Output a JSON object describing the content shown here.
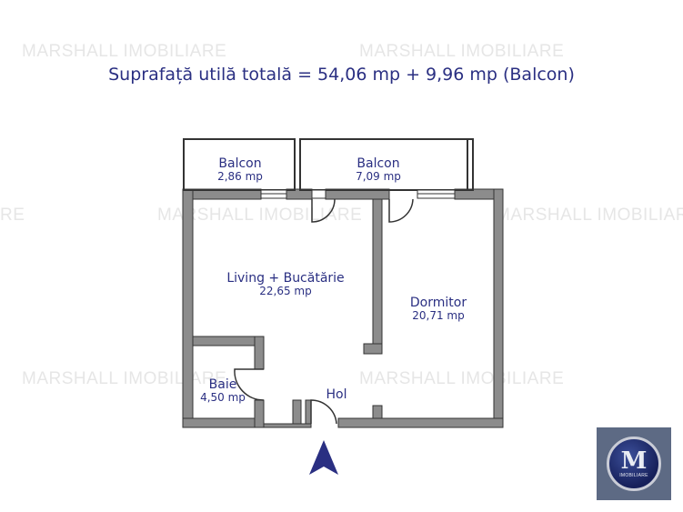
{
  "watermarks": [
    "MARSHALL IMOBILIARE",
    "MARSHALL IMOBILIARE",
    "RE",
    "MARSHALL IMOBILIARE",
    "MARSHALL IMOBILIARE",
    "MARSHALL IMOBILIARE",
    "MARSHALL IMOBILIARE"
  ],
  "title": "Suprafață utilă totală = 54,06 mp + 9,96 mp (Balcon)",
  "rooms": {
    "balcon_left": {
      "name": "Balcon",
      "area": "2,86 mp"
    },
    "balcon_right": {
      "name": "Balcon",
      "area": "7,09 mp"
    },
    "living": {
      "name": "Living + Bucătărie",
      "area": "22,65 mp"
    },
    "dormitor": {
      "name": "Dormitor",
      "area": "20,71 mp"
    },
    "baie": {
      "name": "Baie",
      "area": "4,50 mp"
    },
    "hol": {
      "name": "Hol",
      "area": ""
    }
  },
  "logo": {
    "letter": "M",
    "subtext": "IMOBILIARE"
  },
  "colors": {
    "text": "#2a2f82",
    "wall": "#8c8c8c",
    "arrow": "#2a2f82"
  }
}
